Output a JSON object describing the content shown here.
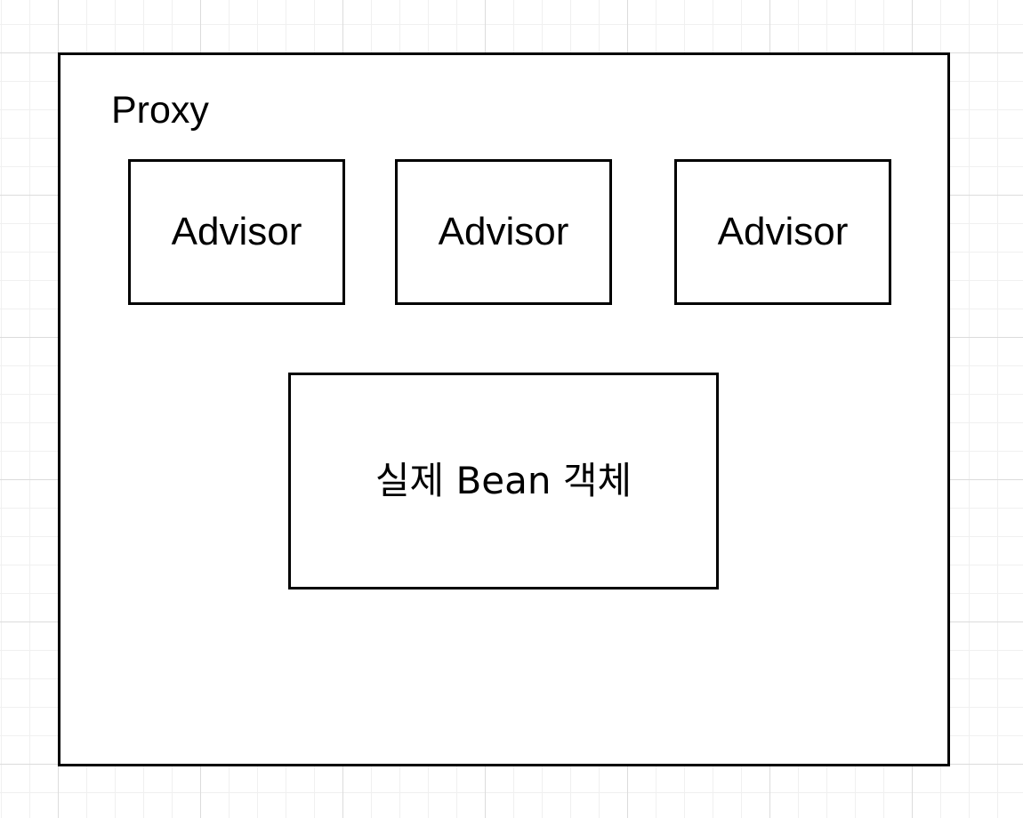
{
  "diagram": {
    "container": {
      "label": "Proxy"
    },
    "advisors": [
      {
        "label": "Advisor"
      },
      {
        "label": "Advisor"
      },
      {
        "label": "Advisor"
      }
    ],
    "target": {
      "label": "실제 Bean 객체"
    }
  }
}
